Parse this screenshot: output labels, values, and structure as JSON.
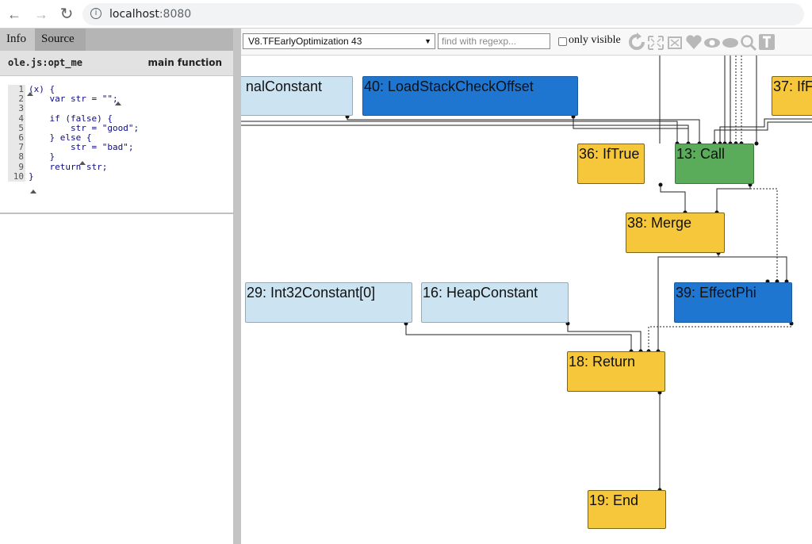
{
  "browser": {
    "url_host": "localhost",
    "url_port": ":8080"
  },
  "left_panel": {
    "tabs": [
      "Info",
      "Source"
    ],
    "function_name": "ole.js:opt_me",
    "function_kind": "main function",
    "code_lines": [
      {
        "n": "1",
        "text": "(x) {"
      },
      {
        "n": "2",
        "text": "    var str = \"\";"
      },
      {
        "n": "3",
        "text": ""
      },
      {
        "n": "4",
        "text": "    if (false) {"
      },
      {
        "n": "5",
        "text": "        str = \"good\";"
      },
      {
        "n": "6",
        "text": "    } else {"
      },
      {
        "n": "7",
        "text": "        str = \"bad\";"
      },
      {
        "n": "8",
        "text": "    }"
      },
      {
        "n": "9",
        "text": "    return str;"
      },
      {
        "n": "10",
        "text": "}"
      }
    ]
  },
  "toolbar": {
    "phase_selected": "V8.TFEarlyOptimization 43",
    "search_placeholder": "find with regexp...",
    "only_visible_label": "only visible",
    "only_visible_checked": false,
    "icons": [
      "reload-icon",
      "expand-icon",
      "fit-icon",
      "heart-icon",
      "eye-icon",
      "eye-filled-icon",
      "search-icon",
      "text-icon"
    ]
  },
  "graph": {
    "nodes": [
      {
        "id": "n-int-const",
        "label": "nalConstant",
        "kind": "constant"
      },
      {
        "id": "n40",
        "label": "40: LoadStackCheckOffset",
        "kind": "blue"
      },
      {
        "id": "n37",
        "label": "37: IfF",
        "kind": "yellow"
      },
      {
        "id": "n36",
        "label": "36: IfTrue",
        "kind": "yellow"
      },
      {
        "id": "n13",
        "label": "13: Call",
        "kind": "green"
      },
      {
        "id": "n38",
        "label": "38: Merge",
        "kind": "yellow"
      },
      {
        "id": "n29",
        "label": "29: Int32Constant[0]",
        "kind": "constant"
      },
      {
        "id": "n16",
        "label": "16: HeapConstant",
        "kind": "constant"
      },
      {
        "id": "n39",
        "label": "39: EffectPhi",
        "kind": "blue"
      },
      {
        "id": "n18",
        "label": "18: Return",
        "kind": "yellow"
      },
      {
        "id": "n19",
        "label": "19: End",
        "kind": "yellow"
      }
    ],
    "colors": {
      "constant": "#cce3f1",
      "blue": "#1f76d1",
      "yellow": "#f6c73a",
      "green": "#5aab5a"
    }
  }
}
